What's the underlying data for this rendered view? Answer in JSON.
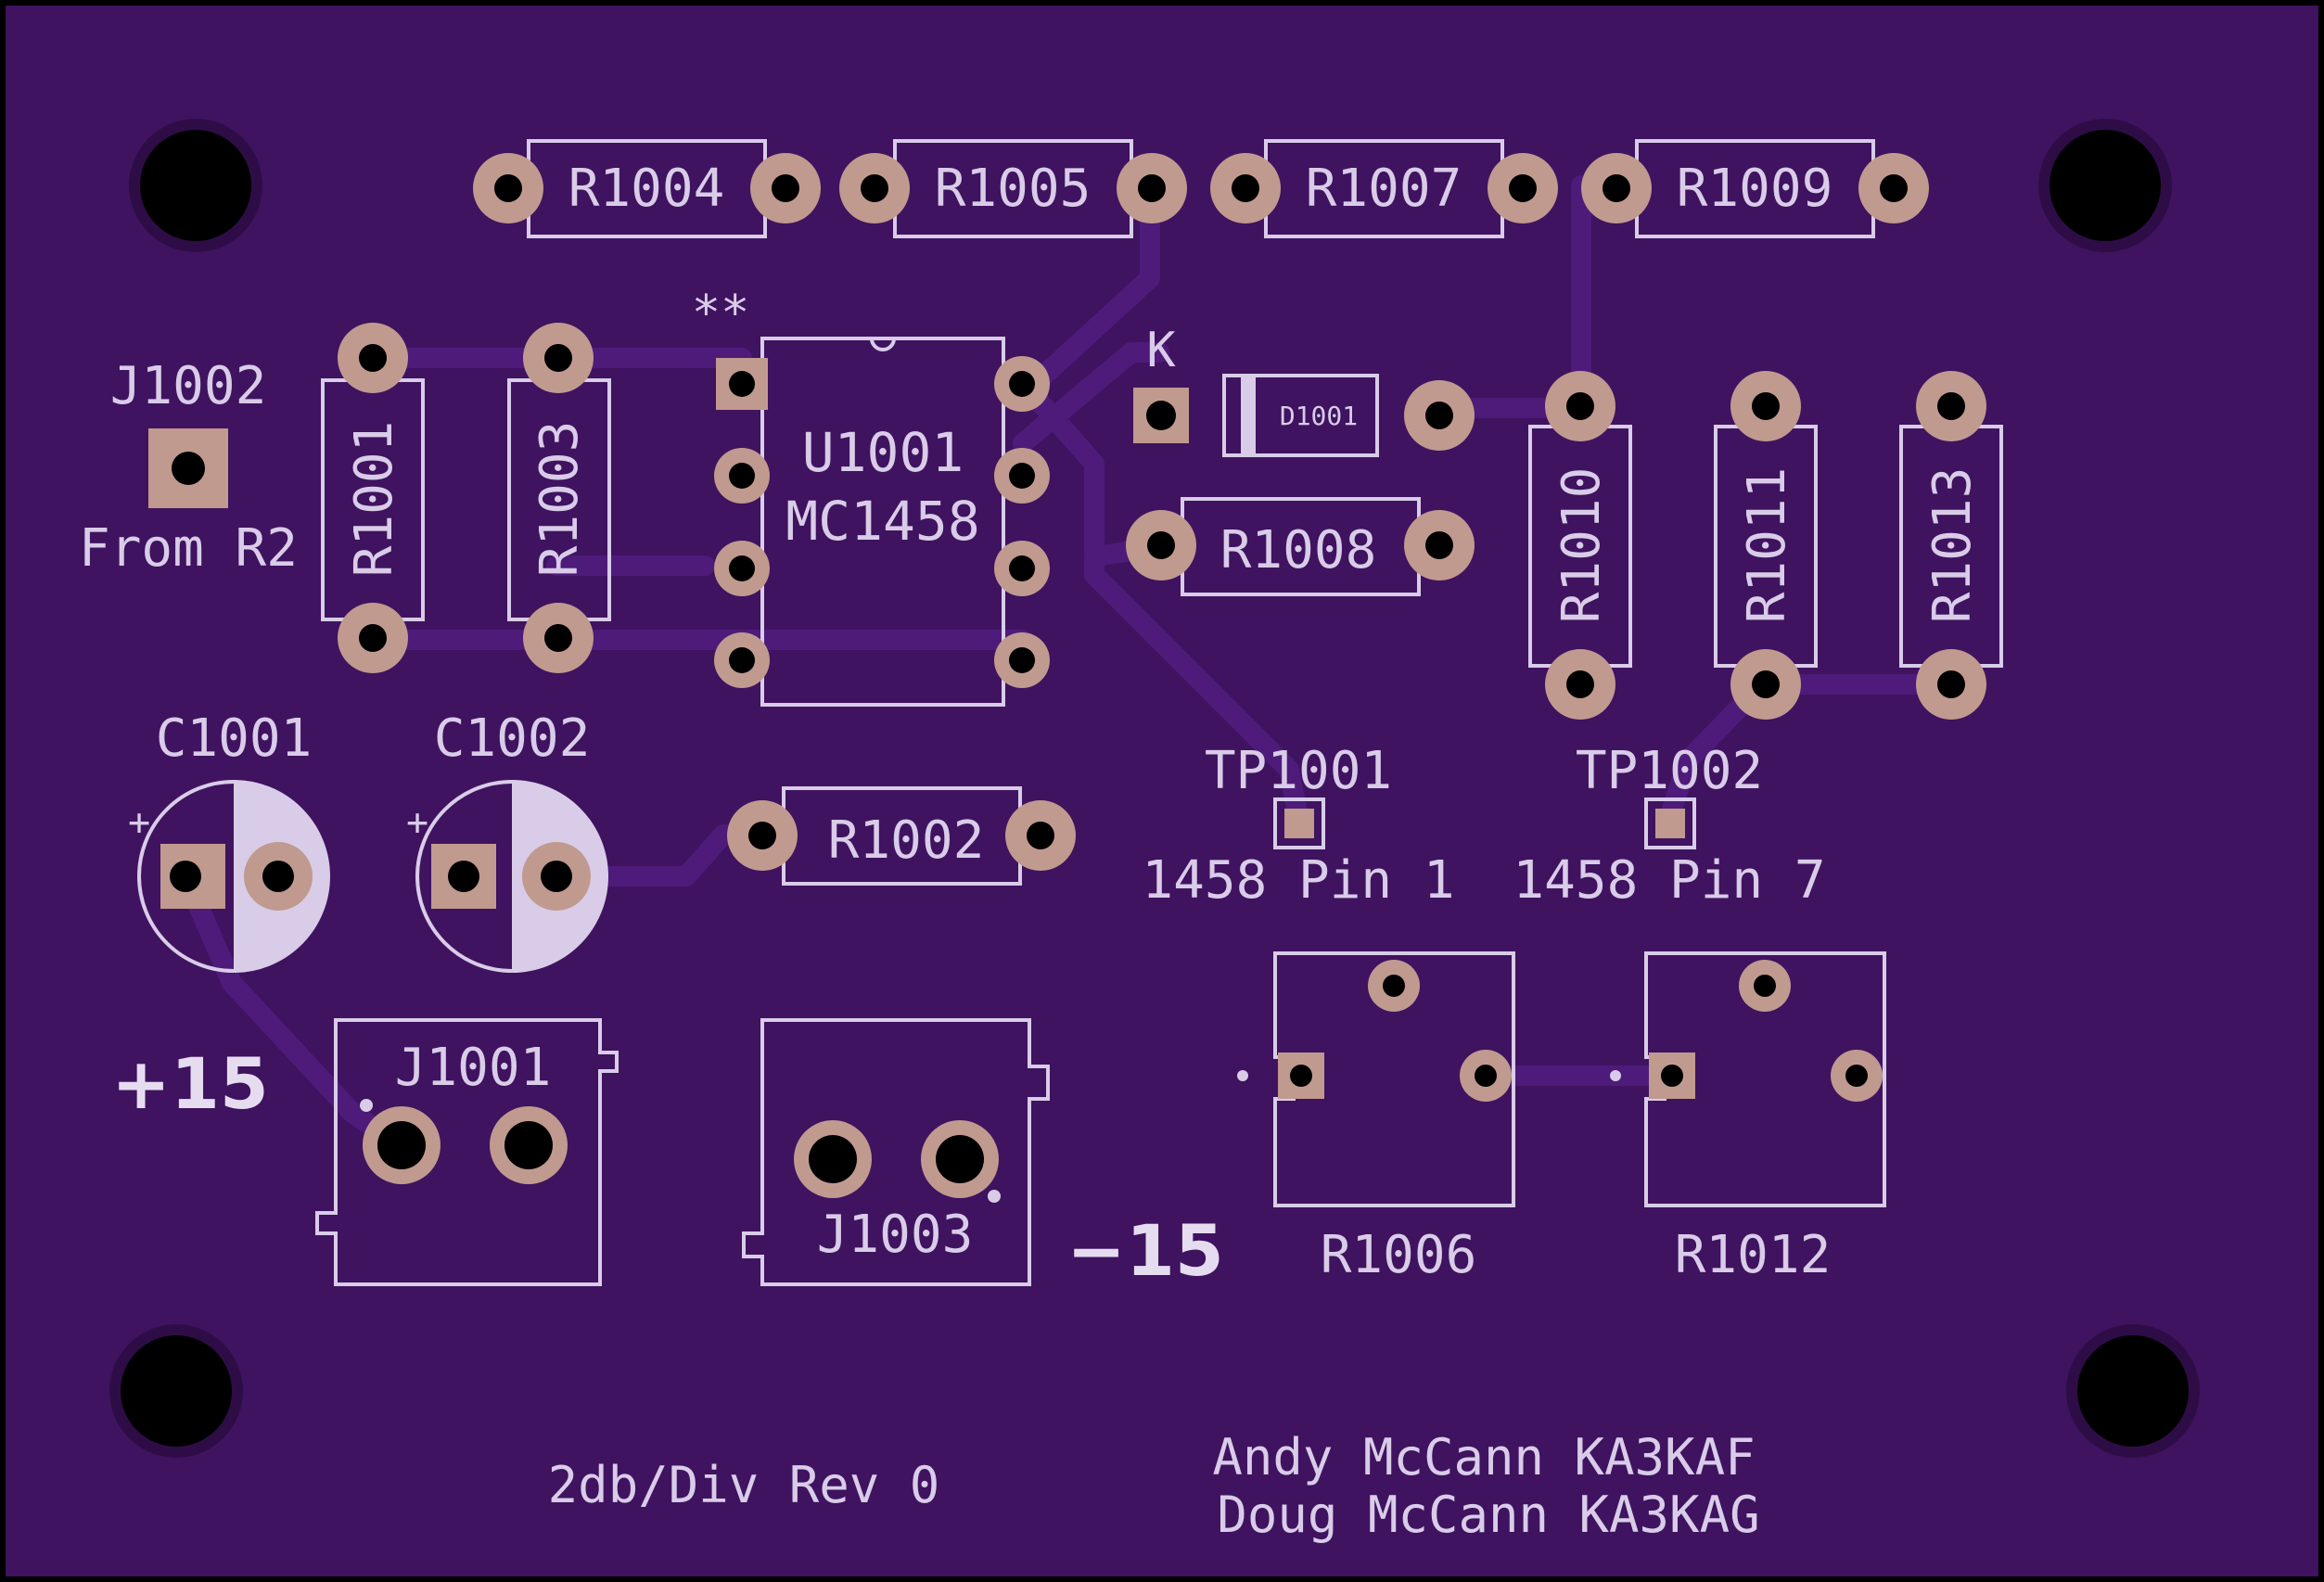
{
  "colors": {
    "board": "#3f1360",
    "trace": "#4e1b7a",
    "pad": "#c09a8e",
    "silk": "#d9cce8",
    "hole": "#000000"
  },
  "components": {
    "resistors": [
      {
        "ref": "R1004"
      },
      {
        "ref": "R1005"
      },
      {
        "ref": "R1007"
      },
      {
        "ref": "R1009"
      },
      {
        "ref": "R1001"
      },
      {
        "ref": "R1003"
      },
      {
        "ref": "R1008"
      },
      {
        "ref": "R1010"
      },
      {
        "ref": "R1011"
      },
      {
        "ref": "R1013"
      },
      {
        "ref": "R1002"
      }
    ],
    "ic": {
      "ref": "U1001",
      "value": "MC1458",
      "pin1_mark": "**"
    },
    "diode": {
      "ref": "D1001",
      "cathode_mark": "K"
    },
    "caps": [
      {
        "ref": "C1001",
        "plus": "+"
      },
      {
        "ref": "C1002",
        "plus": "+"
      }
    ],
    "j1002": {
      "ref": "J1002",
      "note": "From R2"
    },
    "tp1001": {
      "ref": "TP1001",
      "note": "1458 Pin 1"
    },
    "tp1002": {
      "ref": "TP1002",
      "note": "1458 Pin 7"
    },
    "j1001": {
      "ref": "J1001",
      "supply": "+15"
    },
    "j1003": {
      "ref": "J1003",
      "supply": "−15"
    },
    "pots": [
      {
        "ref": "R1006"
      },
      {
        "ref": "R1012"
      }
    ]
  },
  "footer": {
    "rev": "2db/Div Rev 0",
    "author1": "Andy McCann KA3KAF",
    "author2": "Doug McCann KA3KAG"
  }
}
